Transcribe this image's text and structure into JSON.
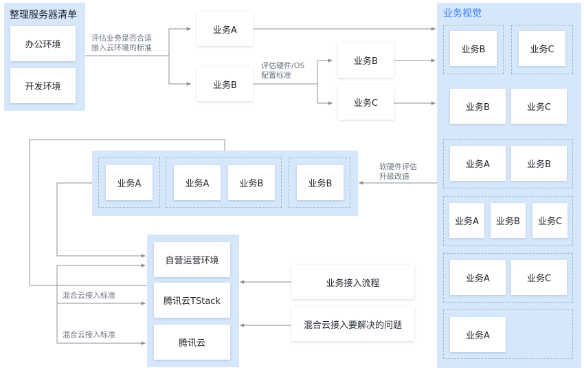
{
  "inventory": {
    "title": "整理服务器清单",
    "office_env": "办公环境",
    "dev_env": "开发环境"
  },
  "flow": {
    "eval_cloud_line1": "评估业务是否合适",
    "eval_cloud_line2": "接入云环境的标准",
    "eval_hw_line1": "评估硬件/OS",
    "eval_hw_line2": "配置标准",
    "biz_a": "业务A",
    "biz_b": "业务B",
    "biz_b2": "业务B",
    "biz_c": "业务C"
  },
  "business_view": {
    "title": "业务视觉",
    "rows": [
      [
        "业务B",
        "业务C"
      ],
      [
        "业务B",
        "业务C"
      ],
      [
        "业务A",
        "业务B"
      ],
      [
        "业务A",
        "业务B",
        "业务C"
      ],
      [
        "业务A",
        "业务C"
      ],
      [
        "业务A"
      ]
    ]
  },
  "upgrade": {
    "label_line1": "软硬件评估",
    "label_line2": "升级改造",
    "items": [
      "业务A",
      "业务A",
      "业务B",
      "业务B"
    ]
  },
  "environments": {
    "self_ops": "自营运营环境",
    "tstack": "腾讯云TStack",
    "tencent_cloud": "腾讯云",
    "hybrid_std_1": "混合云接入标准",
    "hybrid_std_2": "混合云接入标准"
  },
  "process": {
    "access_flow": "业务接入流程",
    "hybrid_problems": "混合云接入要解决的问题"
  },
  "colors": {
    "panel_bg": "#d6e6fb",
    "accent": "#2f7cf6",
    "line": "#8a8f98"
  }
}
